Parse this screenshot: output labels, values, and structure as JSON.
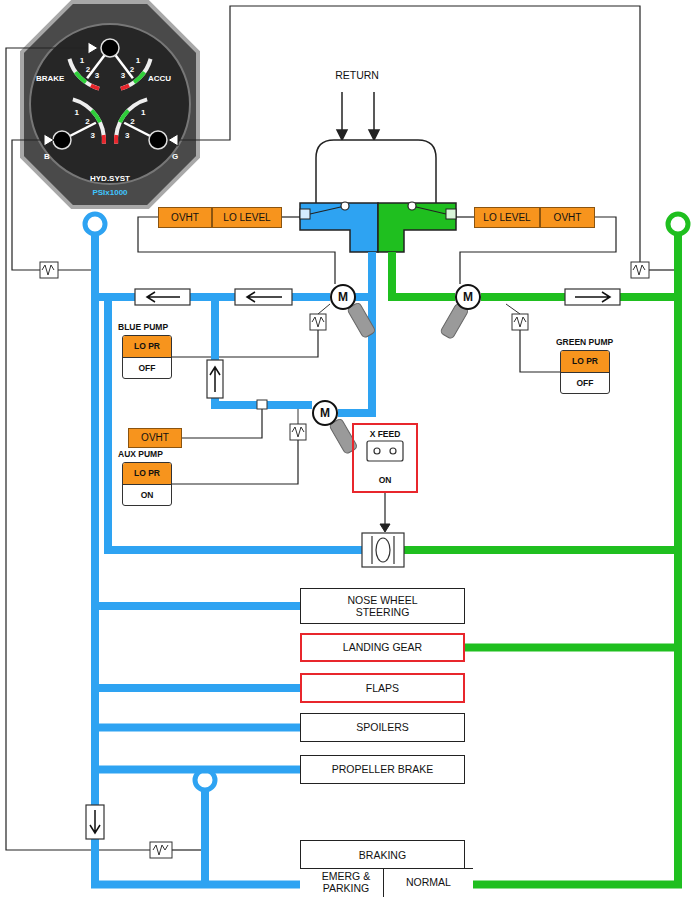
{
  "diagram": {
    "nodes": [
      {
        "text": [
          "BRAKE",
          "ACCU",
          "B",
          "G",
          "HYD.SYST",
          "PSIx1000"
        ]
      },
      {
        "text": [
          "OVHT"
        ]
      },
      {
        "text": [
          "LO LEVEL"
        ]
      },
      {
        "text": [
          "LO LEVEL"
        ]
      },
      {
        "text": [
          "OVHT"
        ]
      },
      {
        "text": [
          "M"
        ]
      },
      {
        "text": [
          "M"
        ]
      },
      {
        "text": [
          "BLUE PUMP",
          "LO PR",
          "OFF"
        ]
      },
      {
        "text": [
          "GREEN PUMP",
          "LO PR",
          "OFF"
        ]
      },
      {
        "text": [
          "M"
        ]
      },
      {
        "text": [
          "OVHT"
        ]
      },
      {
        "text": [
          "AUX PUMP",
          "LO PR",
          "ON"
        ]
      },
      {
        "text": [
          "X FEED",
          "ON"
        ]
      },
      {
        "text": [
          "NOSE WHEEL STEERING"
        ]
      },
      {
        "text": [
          "LANDING GEAR"
        ]
      },
      {
        "text": [
          "FLAPS"
        ]
      },
      {
        "text": [
          "SPOILERS"
        ]
      },
      {
        "text": [
          "PROPELLER BRAKE"
        ]
      },
      {
        "text": [
          "BRAKING"
        ]
      },
      {
        "text": [
          "EMERG & PARKING"
        ],
        "in": 18
      },
      {
        "text": [
          "NORMAL"
        ],
        "in": 18
      }
    ],
    "edges": [
      {
        "from": 5,
        "to": 13,
        "arrow": "none"
      },
      {
        "from": 5,
        "to": 15,
        "arrow": "none"
      },
      {
        "from": 5,
        "to": 16,
        "arrow": "none"
      },
      {
        "from": 5,
        "to": 17,
        "arrow": "none"
      },
      {
        "from": 5,
        "to": 19,
        "arrow": "none"
      },
      {
        "from": 6,
        "to": 14,
        "arrow": "none"
      },
      {
        "from": 6,
        "to": 20,
        "arrow": "none"
      }
    ],
    "labels": [
      "RETURN",
      "1",
      "2",
      "3",
      "1",
      "2",
      "3",
      "1",
      "2",
      "3",
      "1",
      "2",
      "3"
    ]
  }
}
